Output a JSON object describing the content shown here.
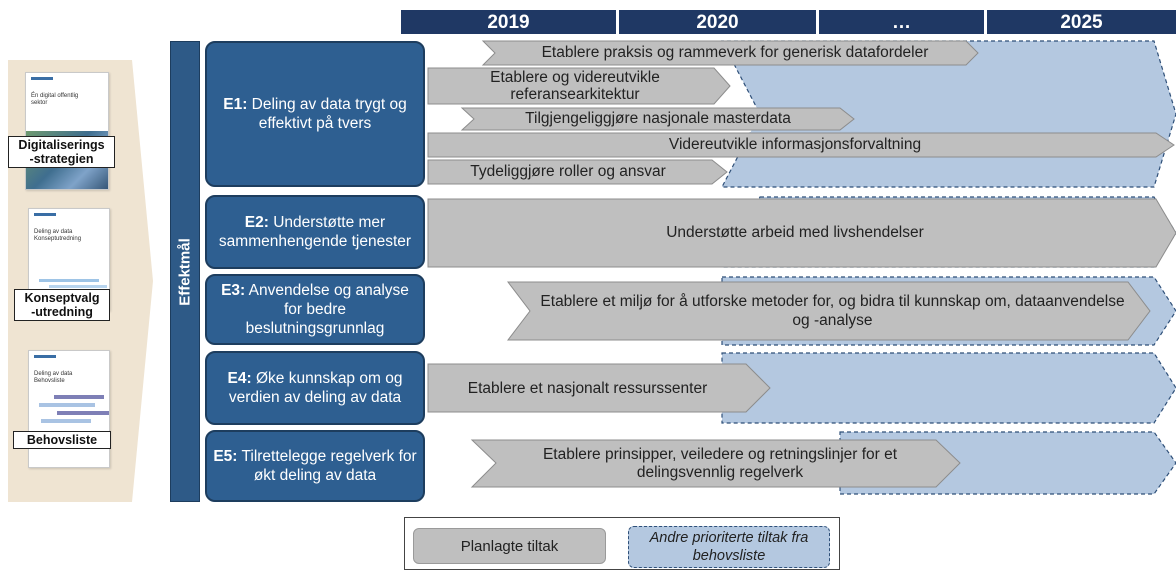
{
  "years": [
    "2019",
    "2020",
    "…",
    "2025"
  ],
  "effektmal_label": "Effektmål",
  "documents": [
    {
      "label": "Digitaliserings\n-strategien",
      "doc_title": "Én digital offentlig sektor"
    },
    {
      "label": "Konseptvalg\n-utredning",
      "doc_title": "Deling av data Konseptutredning"
    },
    {
      "label": "Behovsliste",
      "doc_title": "Deling av data Behovsliste"
    }
  ],
  "goals": [
    {
      "code": "E1:",
      "text": "Deling av data trygt og effektivt på tvers"
    },
    {
      "code": "E2:",
      "text": "Understøtte mer sammenhengende tjenester"
    },
    {
      "code": "E3:",
      "text": "Anvendelse og analyse for bedre beslutningsgrunnlag"
    },
    {
      "code": "E4:",
      "text": "Øke kunnskap om og verdien av deling av data"
    },
    {
      "code": "E5:",
      "text": "Tilrettelegge regelverk for økt deling av data"
    }
  ],
  "measures": {
    "e1_1": "Etablere praksis og rammeverk for generisk datafordeler",
    "e1_2": "Etablere og videreutvikle referansearkitektur",
    "e1_3": "Tilgjengeliggjøre nasjonale masterdata",
    "e1_4": "Videreutvikle informasjonsforvaltning",
    "e1_5": "Tydeliggjøre roller og ansvar",
    "e2_1": "Understøtte arbeid med livshendelser",
    "e3_1": "Etablere et miljø for å utforske metoder for, og bidra til kunnskap om, dataanvendelse og -analyse",
    "e4_1": "Etablere et nasjonalt ressurssenter",
    "e5_1": "Etablere prinsipper, veiledere og retningslinjer for et delingsvennlig regelverk"
  },
  "legend": {
    "planned": "Planlagte tiltak",
    "other": "Andre prioriterte tiltak fra behovsliste"
  },
  "colors": {
    "dark_navy": "#1f3864",
    "goal_blue": "#2e5f91",
    "planned_gray": "#bfbfbf",
    "other_blue": "#b4c8e0"
  }
}
